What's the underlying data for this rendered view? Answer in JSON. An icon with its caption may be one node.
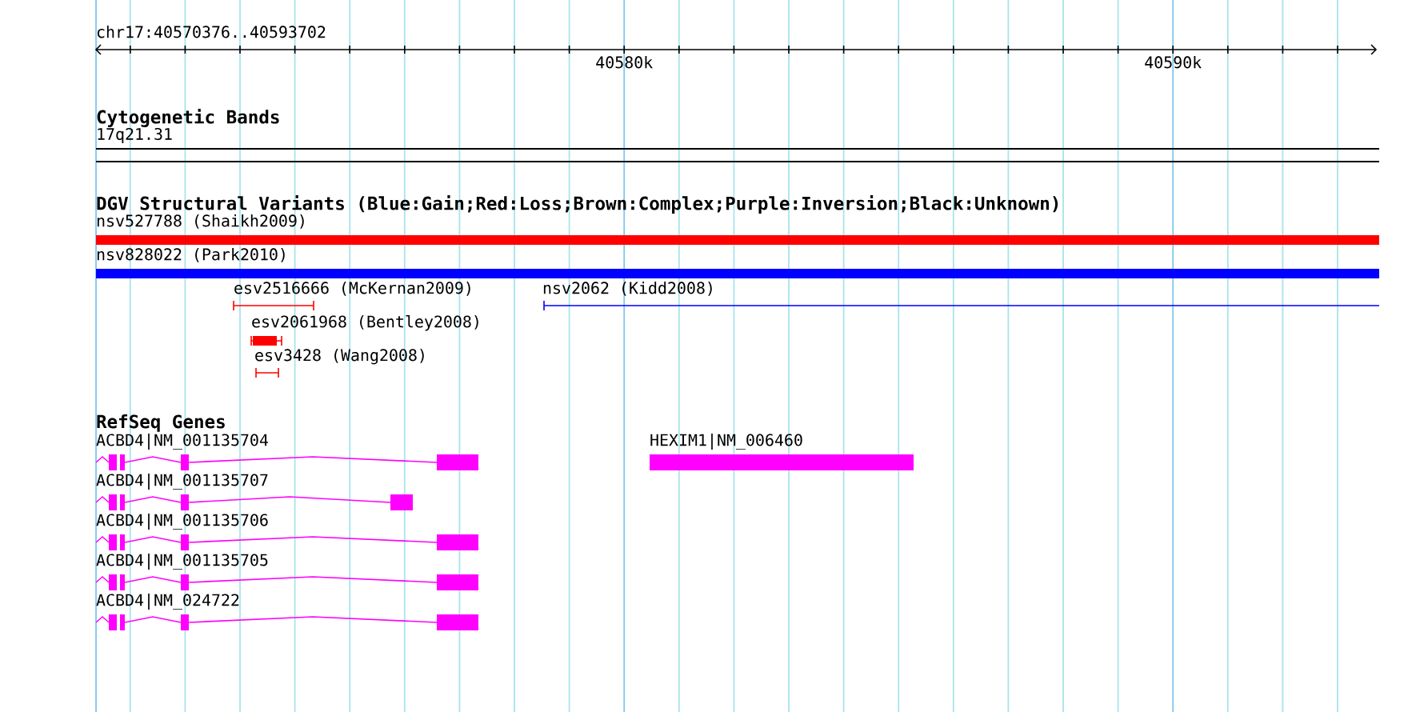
{
  "diagram": {
    "nodes": [
      {
        "text": [
          "17q21.31"
        ]
      },
      {
        "text": [
          "nsv527788 (Shaikh2009)"
        ]
      },
      {
        "text": [
          "nsv828022 (Park2010)"
        ]
      },
      {
        "text": [
          "esv2516666 (McKernan2009)"
        ]
      },
      {
        "text": [
          "nsv2062 (Kidd2008)"
        ]
      },
      {
        "text": [
          "esv2061968 (Bentley2008)"
        ]
      },
      {
        "text": [
          "esv3428 (Wang2008)"
        ]
      },
      {
        "text": [
          "ACBD4|NM_001135704"
        ]
      },
      {
        "text": [
          "HEXIM1|NM_006460"
        ]
      },
      {
        "text": [
          "ACBD4|NM_001135707"
        ]
      },
      {
        "text": [
          "ACBD4|NM_001135706"
        ]
      },
      {
        "text": [
          "ACBD4|NM_001135705"
        ]
      },
      {
        "text": [
          "ACBD4|NM_024722"
        ]
      }
    ],
    "edges": [],
    "labels": [
      "chr17:40570376..40593702",
      "40580k",
      "40590k",
      "Cytogenetic Bands",
      "DGV Structural Variants (Blue:Gain;Red:Loss;Brown:Complex;Purple:Inversion;Black:Unknown)",
      "RefSeq Genes"
    ]
  }
}
